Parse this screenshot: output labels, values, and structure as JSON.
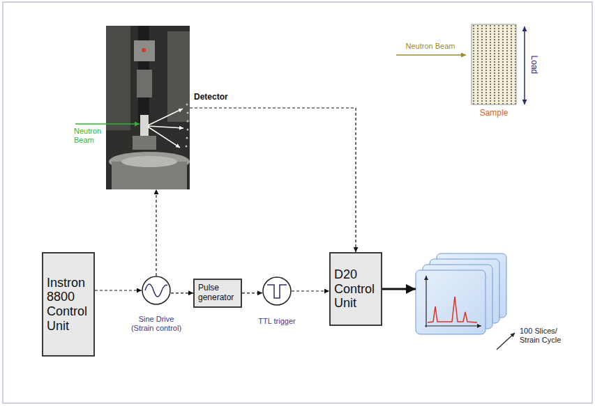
{
  "diagram": {
    "nodes": [
      {
        "text": [
          "Neutron Beam",
          "Detector"
        ]
      },
      {
        "text": [
          "Sample"
        ]
      },
      {
        "text": [
          "Instron 8800 Control Unit"
        ]
      },
      {
        "text": [
          "Sine Drive (Strain control)"
        ]
      },
      {
        "text": [
          "Pulse generator"
        ]
      },
      {
        "text": [
          "TTL trigger"
        ]
      },
      {
        "text": [
          "D20 Control Unit"
        ]
      },
      {
        "text": [
          "100 Slices/ Strain Cycle"
        ]
      }
    ],
    "edges": [
      {
        "from": 2,
        "to": 3,
        "arrow": "to"
      },
      {
        "from": 3,
        "to": 4,
        "arrow": "to"
      },
      {
        "from": 4,
        "to": 5,
        "arrow": "to"
      },
      {
        "from": 5,
        "to": 6,
        "arrow": "to"
      },
      {
        "from": 3,
        "to": 0,
        "arrow": "to"
      },
      {
        "from": 0,
        "to": 6,
        "arrow": "to"
      },
      {
        "from": 6,
        "to": 7,
        "arrow": "to"
      }
    ],
    "labels": [
      "Neutron Beam",
      "Load"
    ]
  }
}
